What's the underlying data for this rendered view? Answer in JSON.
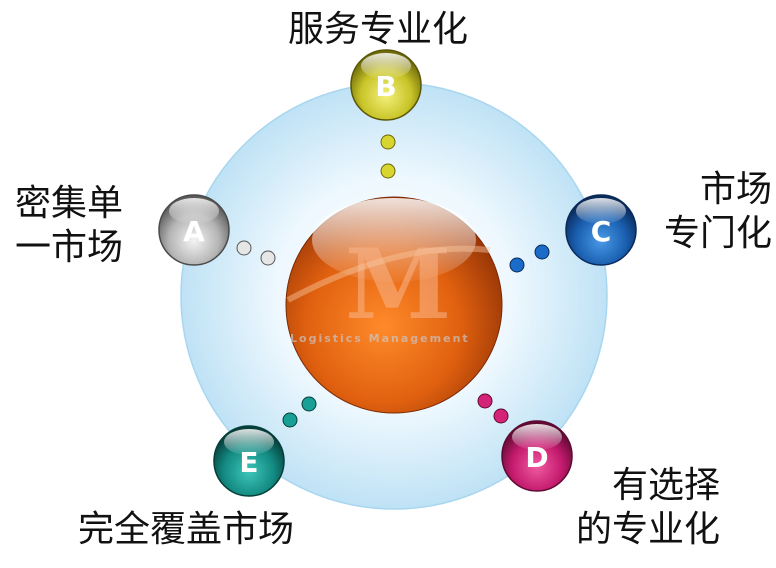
{
  "diagram": {
    "nodes": [
      {
        "id": "B",
        "letter": "B",
        "label_lines": [
          "服务专业化"
        ],
        "color": "yellow"
      },
      {
        "id": "C",
        "letter": "C",
        "label_lines": [
          "市场",
          "专门化"
        ],
        "color": "blue"
      },
      {
        "id": "D",
        "letter": "D",
        "label_lines": [
          "有选择",
          "的专业化"
        ],
        "color": "magenta"
      },
      {
        "id": "E",
        "letter": "E",
        "label_lines": [
          "完全覆盖市场"
        ],
        "color": "teal"
      },
      {
        "id": "A",
        "letter": "A",
        "label_lines": [
          "密集单",
          "一市场"
        ],
        "color": "silver"
      }
    ],
    "center": {
      "watermark_letter": "M",
      "watermark_text": "Logistics Management"
    },
    "colors": {
      "yellow": "#c8c828",
      "blue": "#1a5fb0",
      "magenta": "#c41a6e",
      "teal": "#138a82",
      "silver": "#a8a8a8",
      "center": "#e06010",
      "halo": "#bfe2f5"
    }
  }
}
